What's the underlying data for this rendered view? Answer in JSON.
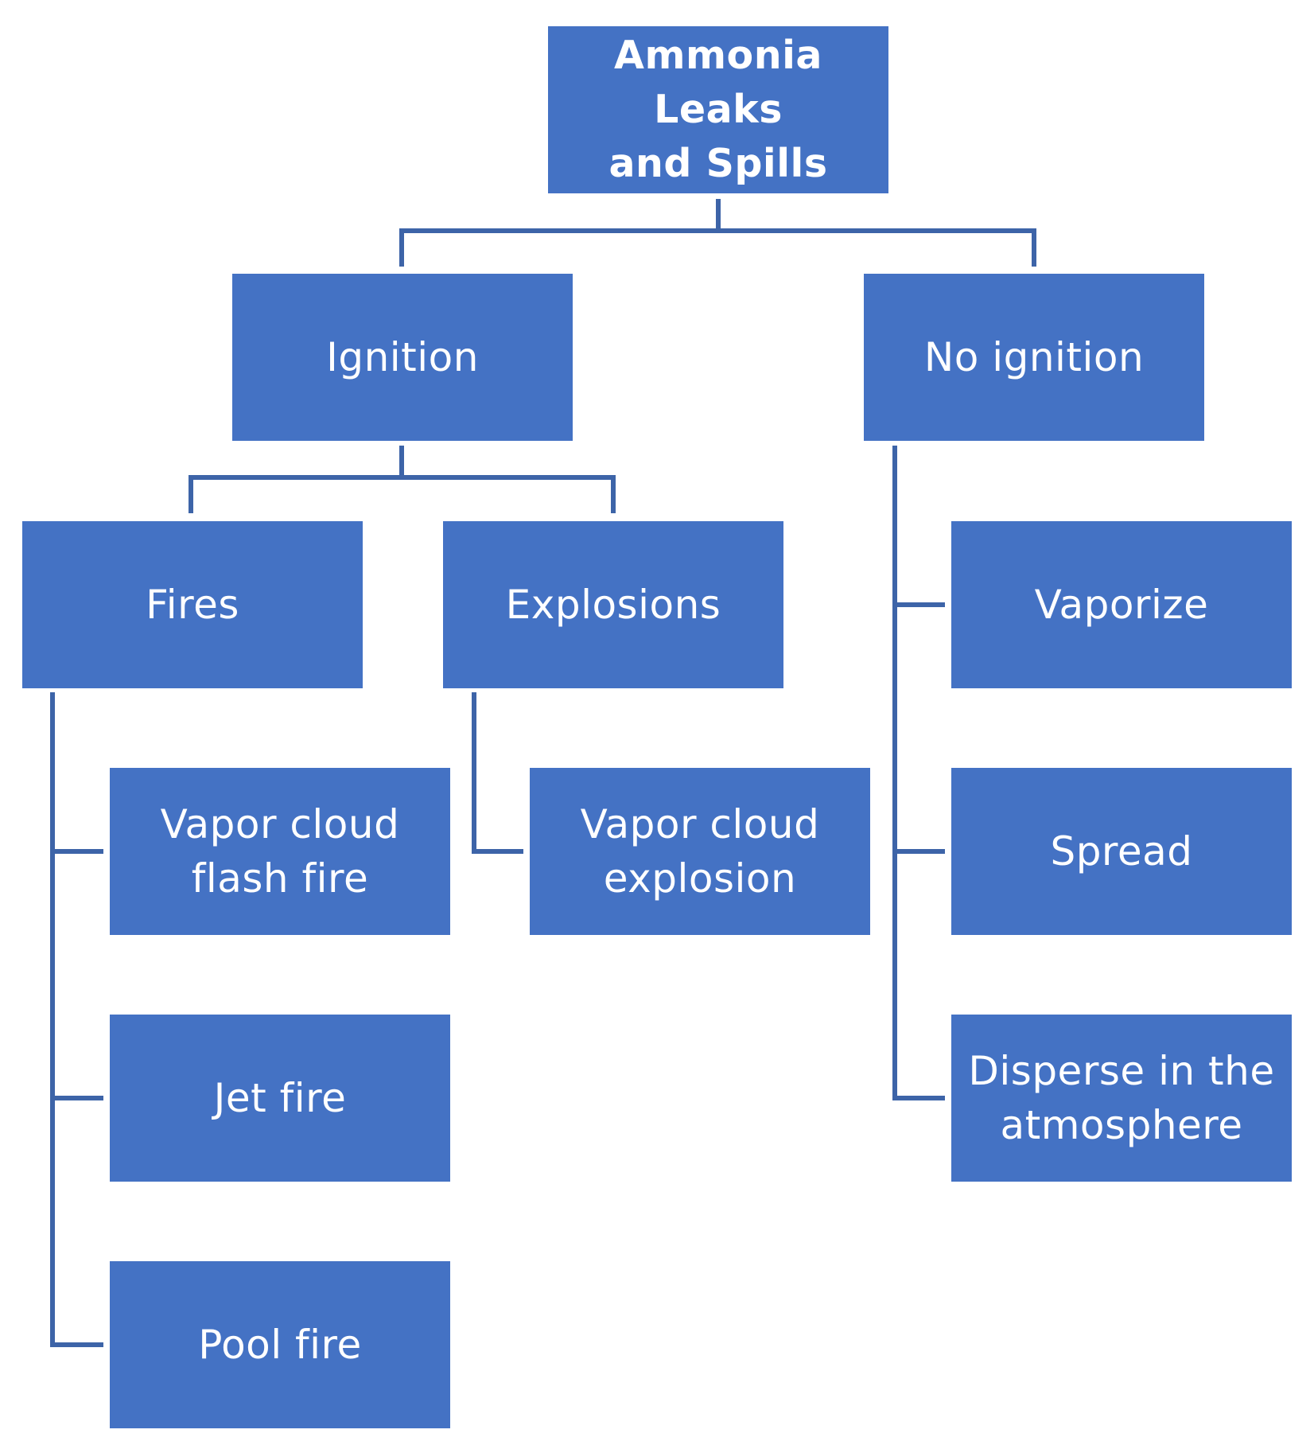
{
  "diagram": {
    "colors": {
      "box_fill": "#4472C4",
      "box_text": "#FFFFFF",
      "connector": "#3D64A8"
    },
    "root": {
      "label_line1": "Ammonia Leaks",
      "label_line2": "and Spills"
    },
    "ignition": {
      "label": "Ignition"
    },
    "no_ignition": {
      "label": "No ignition"
    },
    "fires": {
      "label": "Fires"
    },
    "explosions": {
      "label": "Explosions"
    },
    "vapor_cloud_flash_fire": {
      "label_line1": "Vapor cloud",
      "label_line2": "flash fire"
    },
    "jet_fire": {
      "label": "Jet fire"
    },
    "pool_fire": {
      "label": "Pool fire"
    },
    "vapor_cloud_explosion": {
      "label_line1": "Vapor cloud",
      "label_line2": "explosion"
    },
    "vaporize": {
      "label": "Vaporize"
    },
    "spread": {
      "label": "Spread"
    },
    "disperse": {
      "label_line1": "Disperse in the",
      "label_line2": "atmosphere"
    }
  }
}
